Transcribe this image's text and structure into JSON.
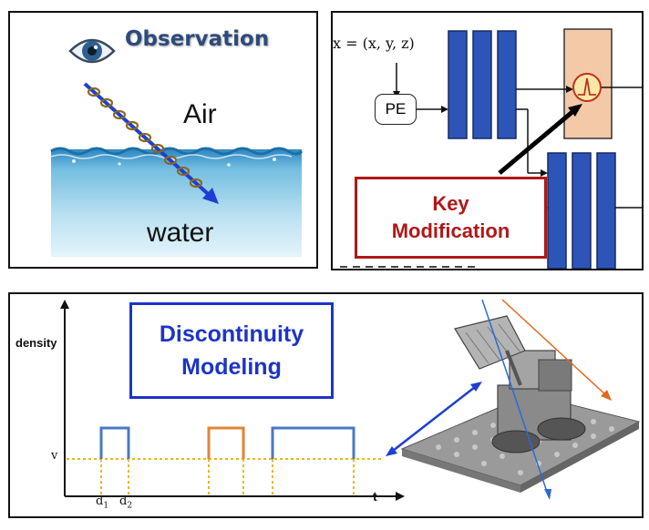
{
  "observation_panel": {
    "title": "Observation",
    "label_air": "Air",
    "label_water": "water",
    "icon": "eye-icon"
  },
  "network_panel": {
    "input_formula": "x = (x, y, z)",
    "pe_label": "PE",
    "key_line1": "Key",
    "key_line2": "Modification",
    "activation_icon": "spike-activation-icon",
    "colors": {
      "layer_blue": "#2d55b8",
      "highlight_orange": "#f3c9a8",
      "key_red": "#b01717"
    }
  },
  "density_panel": {
    "title_line1": "Discontinuity",
    "title_line2": "Modeling",
    "y_axis_label": "density",
    "x_axis_label": "t",
    "level_label": "v",
    "tick_d1_main": "d",
    "tick_d1_sub": "1",
    "tick_d2_main": "d",
    "tick_d2_sub": "2",
    "colors": {
      "pulse_blue": "#4a78c4",
      "pulse_orange": "#e08535",
      "dotted_yellow": "#e8b818",
      "title_blue": "#1c34c8"
    }
  }
}
